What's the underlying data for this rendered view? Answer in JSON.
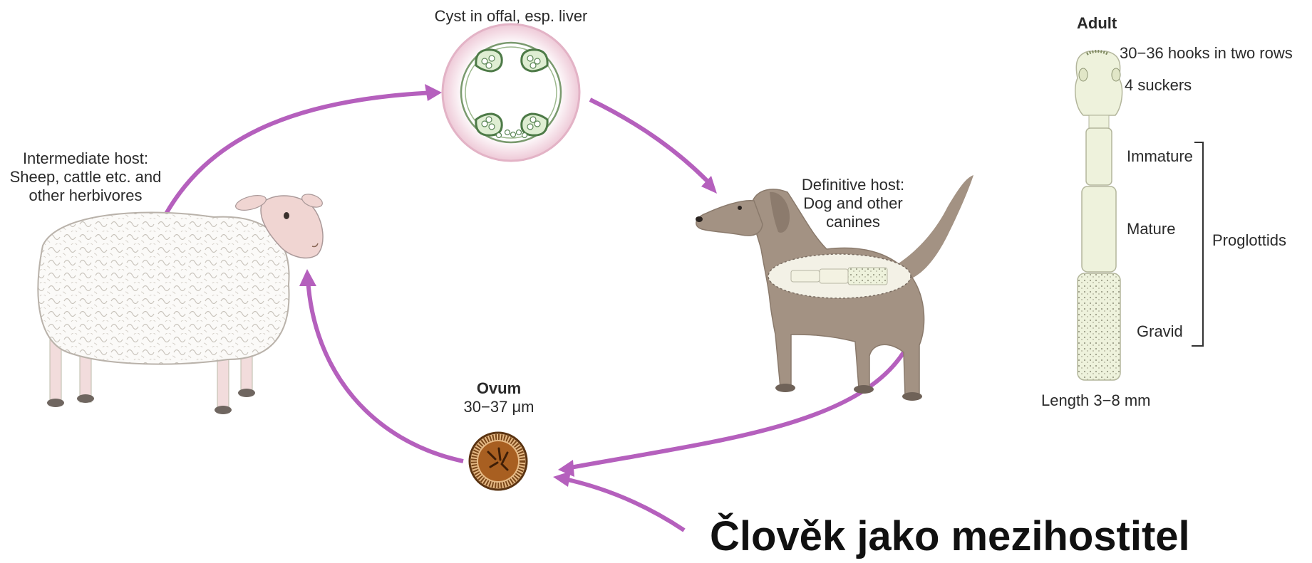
{
  "cycle": {
    "cyst_label": "Cyst in offal, esp. liver",
    "intermediate_host": [
      "Intermediate host:",
      "Sheep, cattle etc. and",
      "other herbivores"
    ],
    "definitive_host": [
      "Definitive host:",
      "Dog and other",
      "canines"
    ],
    "ovum_title": "Ovum",
    "ovum_size": "30−37 μm"
  },
  "adult": {
    "title": "Adult",
    "hooks": "30−36 hooks in two rows",
    "suckers": "4 suckers",
    "immature": "Immature",
    "mature": "Mature",
    "gravid": "Gravid",
    "proglottids": "Proglottids",
    "length": "Length 3−8 mm"
  },
  "bottom_title": "Člověk jako mezihostitel",
  "colors": {
    "arrow": "#b560bd",
    "cyst_ring": "#e9c4d3",
    "dog": "#a39283",
    "sheep_wool": "#fbfaf8",
    "ovum": "#a85f21",
    "worm": "#eef2dc"
  }
}
